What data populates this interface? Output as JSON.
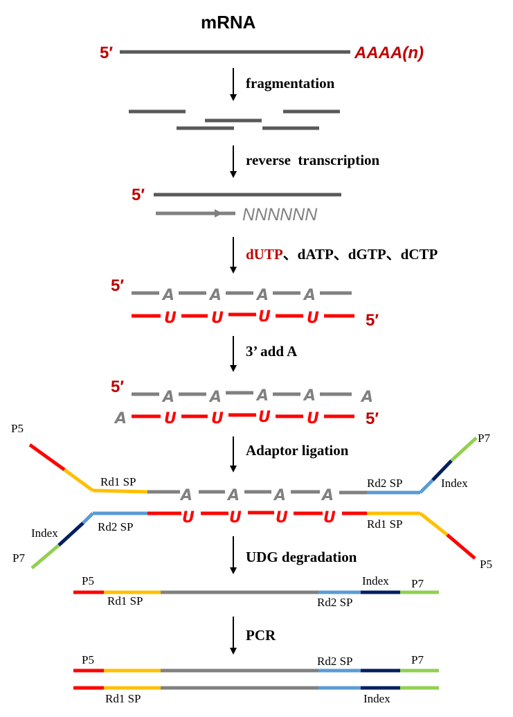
{
  "title": "mRNA",
  "labels": {
    "five_prime": "5′",
    "poly_a": "AAAA(n)",
    "random_primer": "NNNNNN",
    "base_a": "A",
    "base_u": "U"
  },
  "steps": {
    "fragmentation": "fragmentation",
    "reverse_transcription": "reverse  transcription",
    "nucleotides_dutp": "dUTP",
    "nucleotides_rest": "、dATP、dGTP、dCTP",
    "add_a": "3’ add A",
    "adaptor_ligation": "Adaptor ligation",
    "udg_degradation": "UDG degradation",
    "pcr": "PCR"
  },
  "adaptor_labels": {
    "p5": "P5",
    "p7": "P7",
    "rd1": "Rd1 SP",
    "rd2": "Rd2 SP",
    "index": "Index"
  },
  "colors": {
    "dark_strand": "#595959",
    "gray_strand": "#808080",
    "u_strand": "#ff0000",
    "label_red": "#c00000",
    "p5": "#ff0000",
    "rd1": "#ffc000",
    "rd2": "#5b9bd5",
    "index": "#002060",
    "p7": "#92d050"
  }
}
